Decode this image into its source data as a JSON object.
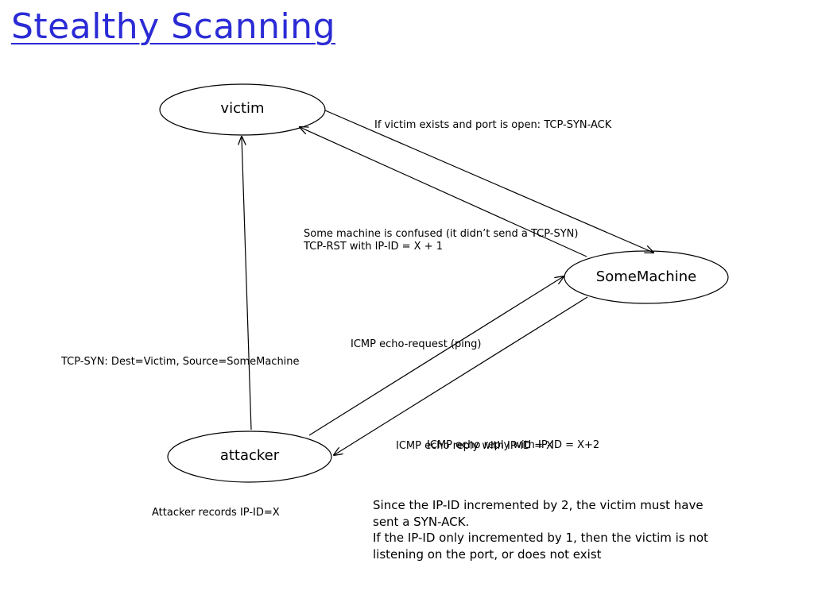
{
  "title": "Stealthy Scanning",
  "nodes": {
    "victim": "victim",
    "some_machine": "SomeMachine",
    "attacker": "attacker"
  },
  "edges": {
    "syn_ack": "If victim exists and port is open: TCP-SYN-ACK",
    "rst_line1": "Some machine is confused (it didn’t send a TCP-SYN)",
    "rst_line2": "TCP-RST with IP-ID = X + 1",
    "echo_request": "ICMP echo-request (ping)",
    "tcp_syn": "TCP-SYN: Dest=Victim, Source=SomeMachine",
    "echo_reply_x": "ICMP echo reply with IP-ID = X",
    "echo_reply_x2": "ICMP echo reply with IP-ID = X+2"
  },
  "notes": {
    "attacker_records": "Attacker records IP-ID=X",
    "conclusion_line1": "Since the IP-ID incremented by 2, the victim must have",
    "conclusion_line2": "sent a SYN-ACK.",
    "conclusion_line3": "If the IP-ID only incremented by 1, then the victim is not",
    "conclusion_line4": "listening on the port, or does not exist"
  }
}
